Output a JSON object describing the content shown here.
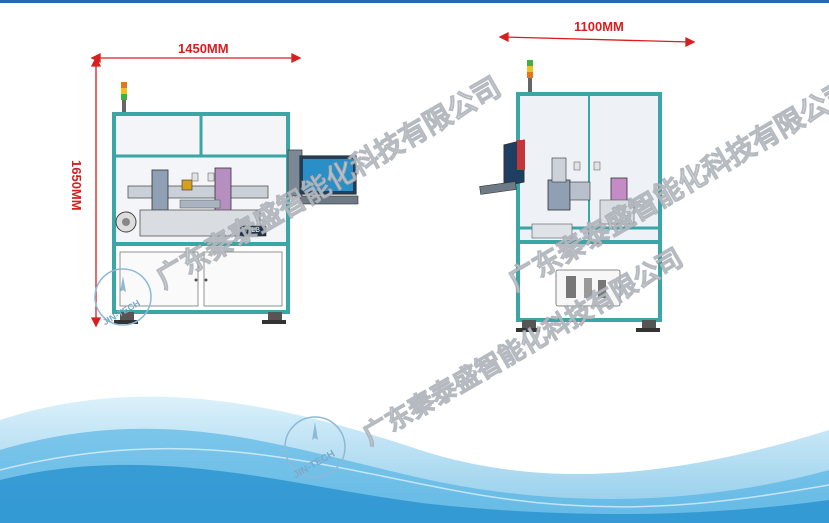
{
  "dimensions": {
    "width_left": "1450MM",
    "height_left": "1650MM",
    "width_right": "1100MM"
  },
  "machine_labels": {
    "left_screen_label": "MTLB"
  },
  "watermark": {
    "company": "广东秦泰盛智能化科技有限公司",
    "logo_text": "JIN-TECH"
  },
  "colors": {
    "frame": "#3aa6a6",
    "dimension_arrow": "#d81e1e",
    "top_rule": "#2a66b3",
    "wave_blue": "#5bb7e6"
  }
}
